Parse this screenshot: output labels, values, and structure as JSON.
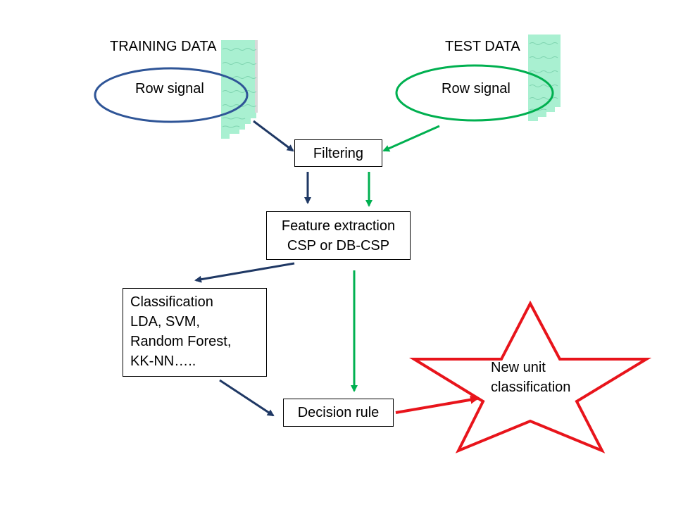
{
  "training": {
    "title": "TRAINING DATA",
    "signal_label": "Row signal"
  },
  "test": {
    "title": "TEST DATA",
    "signal_label": "Row signal"
  },
  "filtering": {
    "label": "Filtering"
  },
  "feature": {
    "line1": "Feature extraction",
    "line2": "CSP or DB-CSP"
  },
  "classification": {
    "line1": "Classification",
    "line2": "LDA, SVM,",
    "line3": "Random Forest,",
    "line4": "KK-NN….."
  },
  "decision": {
    "label": "Decision rule"
  },
  "result": {
    "line1": "New unit",
    "line2": "classification"
  },
  "colors": {
    "training_arrow": "#1f3864",
    "test_arrow": "#00b050",
    "result": "#e8141b",
    "training_ellipse": "#2f5597",
    "signal_fill": "#a9f0d1"
  }
}
